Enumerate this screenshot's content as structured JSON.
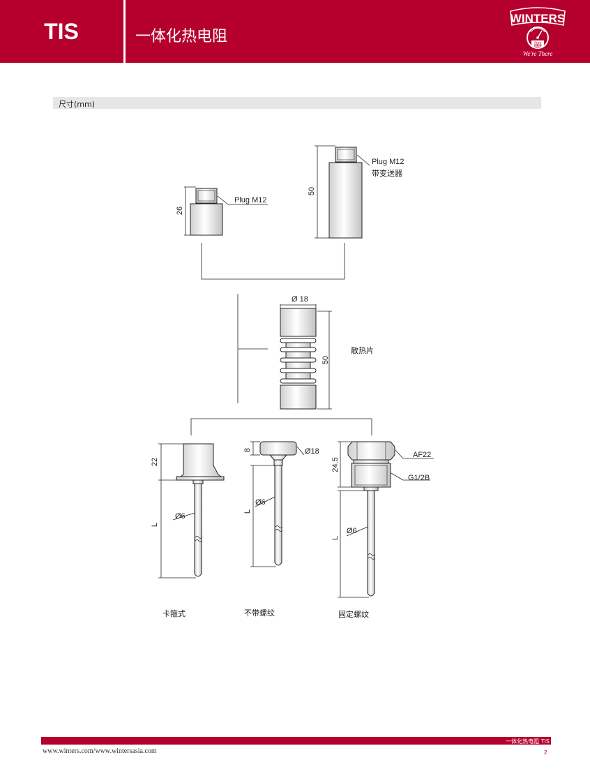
{
  "header": {
    "code": "TIS",
    "title": "一体化热电阻",
    "logo": {
      "brand": "WINTERS",
      "since": "Since",
      "year": "1953",
      "tagline": "We're There"
    }
  },
  "section": {
    "label": "尺寸(mm)"
  },
  "drawing": {
    "plug_small": {
      "label": "Plug M12",
      "dim_height": "26"
    },
    "plug_tall": {
      "label": "Plug M12",
      "sublabel": "带变送器",
      "dim_height": "50"
    },
    "heatsink": {
      "dim_diameter": "Ø 18",
      "dim_height": "50",
      "label": "散热片"
    },
    "clamp": {
      "dim_top": "22",
      "dim_length": "L",
      "dim_diameter": "Ø6",
      "caption": "卡箍式"
    },
    "no_thread": {
      "dim_top": "8",
      "dim_head": "Ø18",
      "dim_length": "L",
      "dim_diameter": "Ø6",
      "caption": "不带螺纹"
    },
    "fixed_thread": {
      "dim_top": "24.5",
      "hex": "AF22",
      "thread": "G1/2B",
      "dim_length": "L",
      "dim_diameter": "Ø6",
      "caption": "固定螺纹"
    }
  },
  "footer": {
    "label": "一体化热电阻 TIS",
    "url": "www.winters.com/www.wintersasia.com",
    "page": "2"
  }
}
